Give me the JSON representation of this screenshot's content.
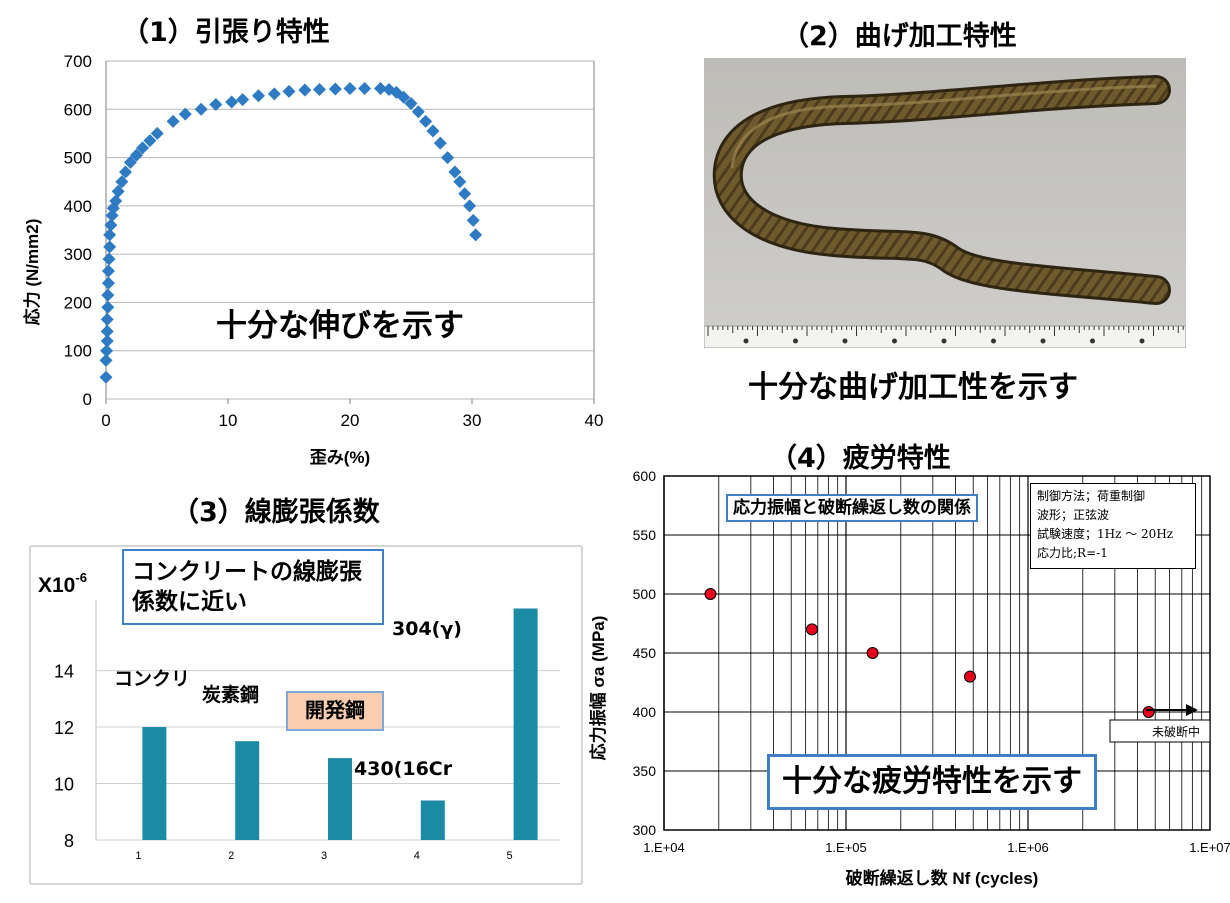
{
  "panels": {
    "p1": {
      "title": "（1）引張り特性",
      "note": "十分な伸びを示す"
    },
    "p2": {
      "title": "（2）曲げ加工特性",
      "caption": "十分な曲げ加工性を示す"
    },
    "p3": {
      "title": "（3）線膨張係数",
      "callout": [
        "コンクリートの線膨張",
        "係数に近い"
      ],
      "scale": "X10",
      "scale_exp": "-6"
    },
    "p4": {
      "title": "（4）疲労特性",
      "inner_title": "応力振幅と破断繰返し数の関係",
      "conditions": [
        "制御方法；荷重制御",
        "波形；正弦波",
        "試験速度；1Hz 〜 20Hz",
        "応力比;R=-1"
      ],
      "runout_label": "未破断中",
      "note": "十分な疲労特性を示す"
    }
  },
  "chart_data": [
    {
      "type": "scatter",
      "title": "（1）引張り特性",
      "xlabel": "歪み(%)",
      "ylabel": "応力 (N/mm2)",
      "xlim": [
        0,
        40
      ],
      "ylim": [
        0,
        700
      ],
      "xticks": [
        "0",
        "10",
        "20",
        "30",
        "40"
      ],
      "yticks": [
        "0",
        "100",
        "200",
        "300",
        "400",
        "500",
        "600",
        "700"
      ],
      "grid": "horizontal",
      "marker_color": "#2e7bc4",
      "x": [
        0,
        0,
        0.05,
        0.1,
        0.1,
        0.1,
        0.15,
        0.15,
        0.2,
        0.2,
        0.25,
        0.3,
        0.3,
        0.4,
        0.5,
        0.6,
        0.8,
        1.0,
        1.3,
        1.6,
        2.0,
        2.5,
        3.0,
        3.6,
        4.2,
        5.5,
        6.5,
        7.8,
        9.0,
        10.3,
        11.2,
        12.5,
        13.8,
        15.0,
        16.3,
        17.5,
        18.8,
        20.0,
        21.2,
        22.5,
        23.2,
        23.8,
        24.4,
        25.0,
        25.6,
        26.2,
        26.8,
        27.4,
        28.0,
        28.6,
        29.0,
        29.4,
        29.8,
        30.1,
        30.3
      ],
      "y": [
        45,
        80,
        100,
        120,
        140,
        165,
        190,
        215,
        240,
        265,
        290,
        315,
        340,
        360,
        380,
        395,
        410,
        430,
        450,
        470,
        490,
        505,
        520,
        535,
        550,
        575,
        590,
        600,
        610,
        615,
        620,
        628,
        632,
        637,
        640,
        641,
        642,
        643,
        643,
        643,
        641,
        635,
        625,
        612,
        595,
        575,
        555,
        530,
        500,
        470,
        450,
        425,
        400,
        370,
        340
      ],
      "annotation": "十分な伸びを示す"
    },
    {
      "type": "bar",
      "title": "（3）線膨張係数",
      "categories": [
        "1",
        "2",
        "3",
        "4",
        "5"
      ],
      "values": [
        12.0,
        11.5,
        10.9,
        9.4,
        16.2
      ],
      "bar_labels": [
        "コンクリ",
        "炭素鋼",
        "開発鋼",
        "430(16Cr",
        "304(γ)"
      ],
      "ylim": [
        8,
        16.5
      ],
      "yticks": [
        "8",
        "10",
        "12",
        "14"
      ],
      "scale": "X10-6",
      "bar_color": "#1b8aa3",
      "highlight_fill": "#f9cdb0",
      "annotation": "コンクリートの線膨張係数に近い"
    },
    {
      "type": "scatter",
      "title": "（4）疲労特性",
      "subtitle": "応力振幅と破断繰返し数の関係",
      "xlabel": "破断繰返し数 Nf (cycles)",
      "ylabel": "応力振幅 σa (MPa)",
      "xscale": "log",
      "xlim": [
        10000,
        10000000
      ],
      "ylim": [
        300,
        600
      ],
      "xticks": [
        "1.E+04",
        "1.E+05",
        "1.E+06",
        "1.E+07"
      ],
      "yticks": [
        "300",
        "350",
        "400",
        "450",
        "500",
        "550",
        "600"
      ],
      "grid": "log-major-minor",
      "marker_color": "#e6001e",
      "x": [
        18000,
        65000,
        140000,
        480000,
        4600000
      ],
      "y": [
        500,
        470,
        450,
        430,
        400
      ],
      "runout_index": 4,
      "runout_label": "未破断中",
      "annotation": "十分な疲労特性を示す"
    }
  ]
}
